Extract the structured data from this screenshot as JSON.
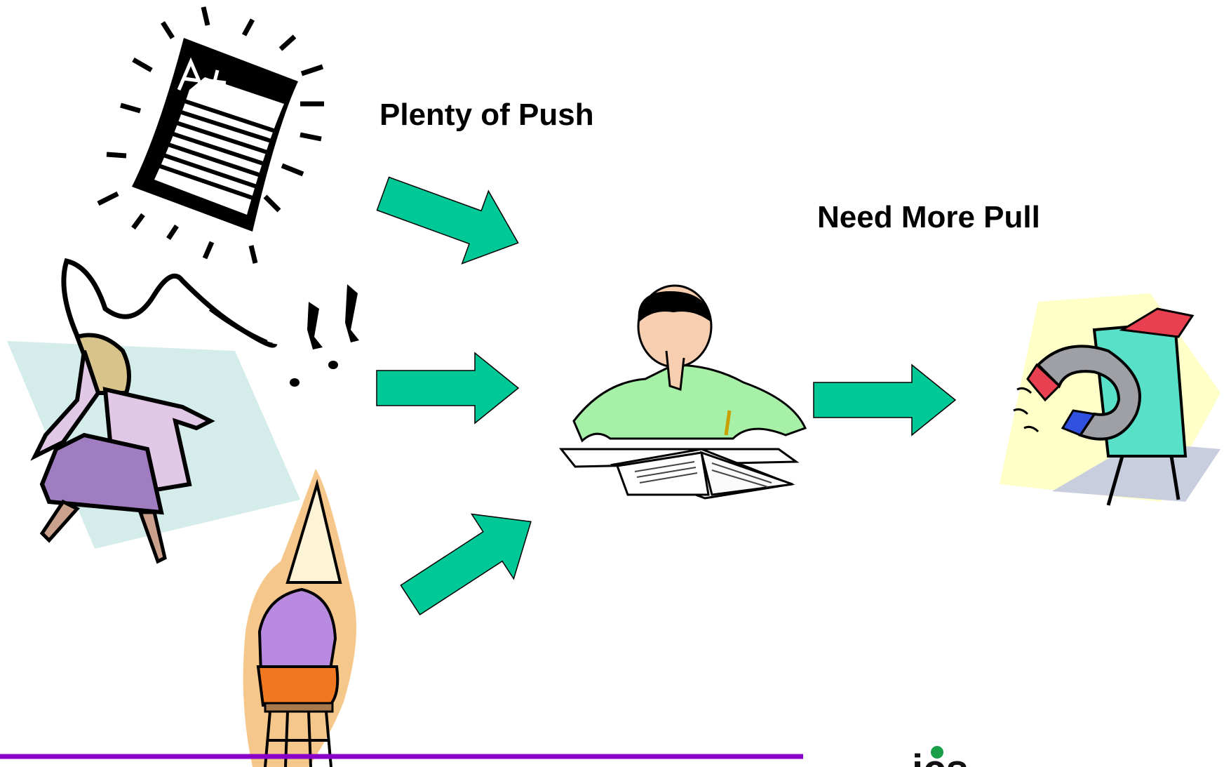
{
  "labels": {
    "push": "Plenty of Push",
    "pull": "Need More Pull"
  },
  "logo": {
    "text": "ics"
  },
  "colors": {
    "arrow": "#00c896",
    "footer_line": "#8a00c8",
    "paper": "#000000",
    "teacher_backdrop": "#d4ecea",
    "magnet_backdrop": "#ffffc8"
  },
  "icons": [
    "graded-paper-icon",
    "whip-teacher-icon",
    "dunce-cap-student-icon",
    "studying-student-icon",
    "magnet-figure-icon",
    "arrow-icon"
  ]
}
